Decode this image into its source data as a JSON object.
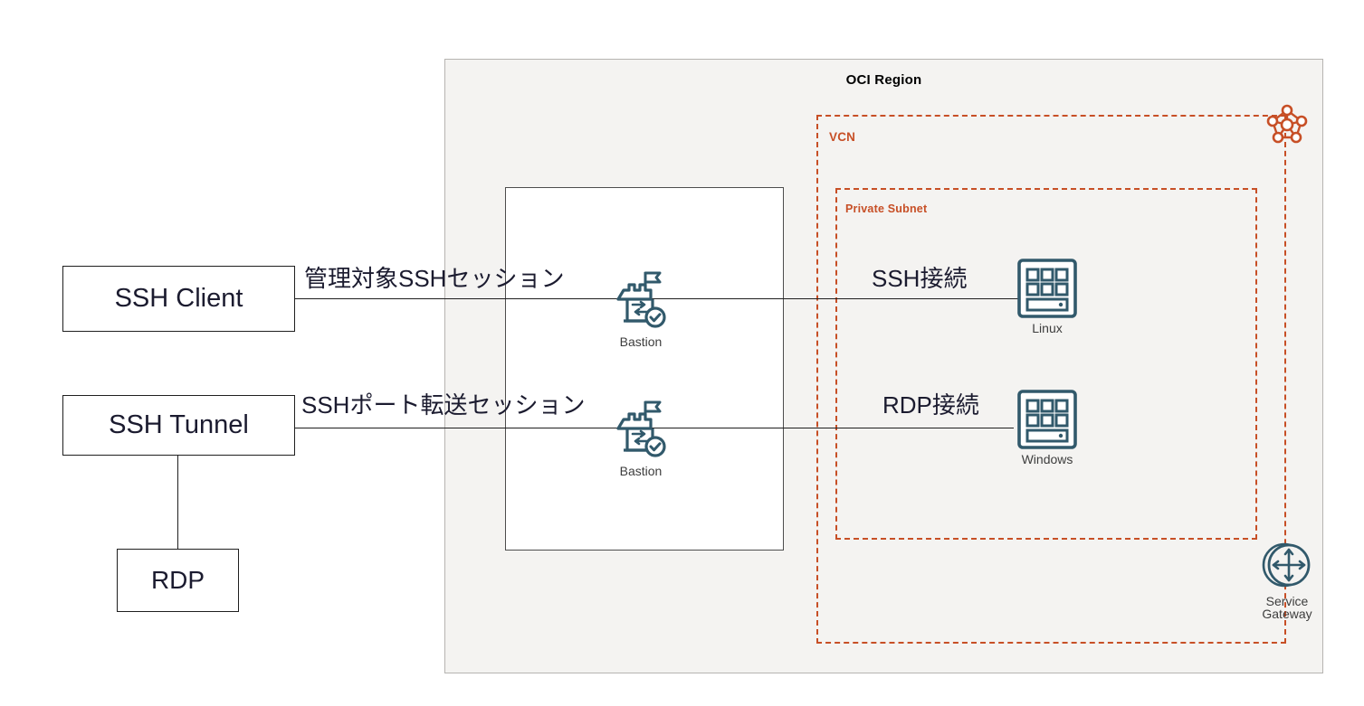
{
  "diagram": {
    "title": "OCI Bastion architecture",
    "colors": {
      "oci_orange": "#c74f26",
      "teal": "#31596b",
      "region_fill": "#f4f3f1",
      "region_border": "#b6b4b1",
      "line": "#1f1f1f",
      "text": "#1b1b2f"
    }
  },
  "region": {
    "title": "OCI Region"
  },
  "vcn": {
    "title": "VCN",
    "icon": "network-mesh-icon"
  },
  "private_subnet": {
    "title": "Private Subnet"
  },
  "clients": {
    "ssh_client": "SSH Client",
    "ssh_tunnel": "SSH Tunnel",
    "rdp": "RDP"
  },
  "edges": {
    "managed_ssh_session": "管理対象SSHセッション",
    "ssh_port_forward_session": "SSHポート転送セッション",
    "ssh_connection": "SSH接続",
    "rdp_connection": "RDP接続"
  },
  "bastions": [
    {
      "caption": "Bastion",
      "icon": "bastion-icon"
    },
    {
      "caption": "Bastion",
      "icon": "bastion-icon"
    }
  ],
  "instances": [
    {
      "caption": "Linux",
      "icon": "compute-instance-icon"
    },
    {
      "caption": "Windows",
      "icon": "compute-instance-icon"
    }
  ],
  "gateway": {
    "caption_line1": "Service",
    "caption_line2": "Gateway",
    "icon": "service-gateway-icon"
  }
}
